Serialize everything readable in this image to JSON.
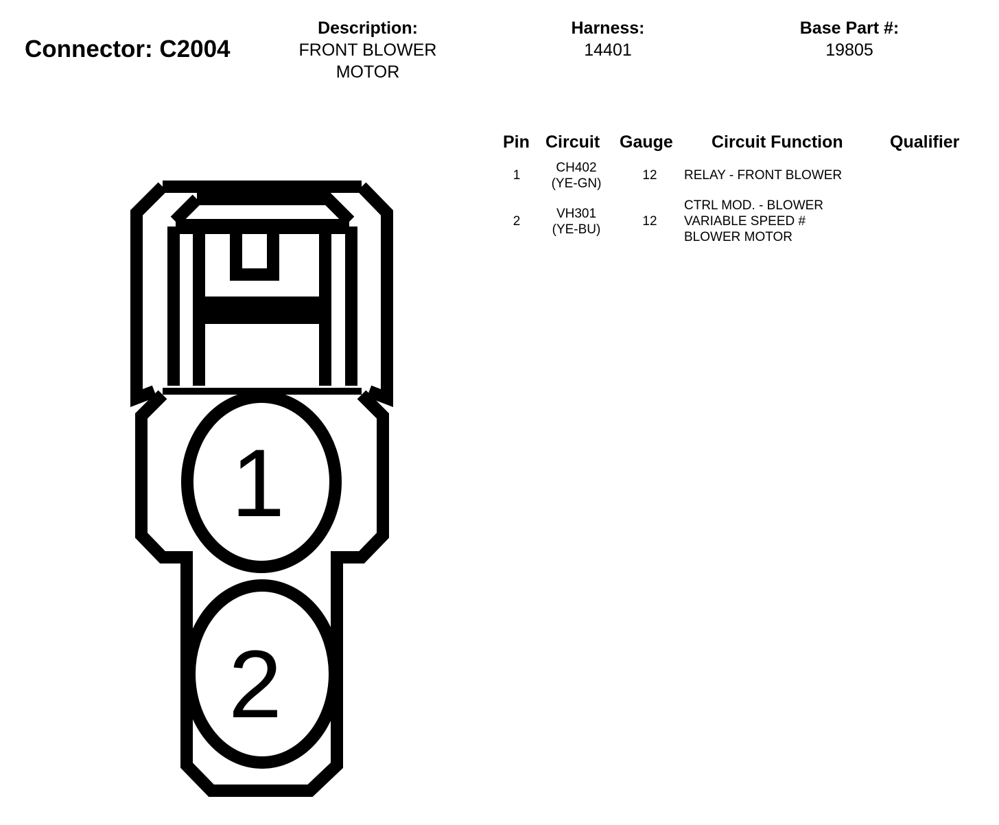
{
  "header": {
    "connector_label": "Connector: C2004",
    "description_label": "Description:",
    "description_lines": [
      "FRONT BLOWER",
      "MOTOR"
    ],
    "harness_label": "Harness:",
    "harness_value": "14401",
    "base_part_label": "Base Part #:",
    "base_part_value": "19805"
  },
  "table": {
    "columns": [
      "Pin",
      "Circuit",
      "Gauge",
      "Circuit Function",
      "Qualifier"
    ],
    "rows": [
      {
        "pin": "1",
        "circuit_lines": [
          "CH402",
          "(YE-GN)"
        ],
        "gauge": "12",
        "function_lines": [
          "RELAY - FRONT BLOWER"
        ],
        "qualifier": ""
      },
      {
        "pin": "2",
        "circuit_lines": [
          "VH301",
          "(YE-BU)"
        ],
        "gauge": "12",
        "function_lines": [
          "CTRL MOD. - BLOWER",
          "VARIABLE SPEED #",
          "BLOWER MOTOR"
        ],
        "qualifier": ""
      }
    ]
  },
  "diagram": {
    "pin_labels": [
      "1",
      "2"
    ]
  }
}
